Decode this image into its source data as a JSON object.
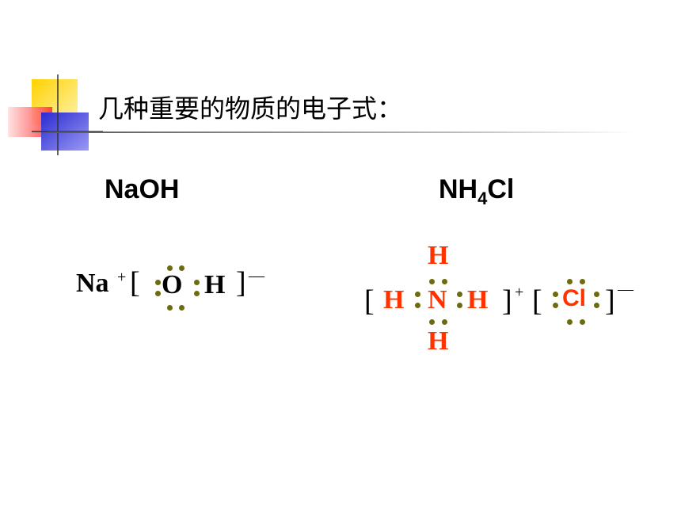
{
  "slide": {
    "title": "几种重要的物质的电子式："
  },
  "compounds": {
    "naoh": {
      "formula": "NaOH",
      "cation": "Na",
      "cation_charge": "+",
      "open_bracket": "[",
      "close_bracket": "]",
      "anion_charge": "—",
      "atom_o": "O",
      "atom_h": "H"
    },
    "nh4cl": {
      "formula_main": "NH",
      "formula_sub": "4",
      "formula_tail": "Cl",
      "h_top": "H",
      "h_left": "H",
      "n": "N",
      "h_right": "H",
      "h_bottom": "H",
      "open_bracket_1": "[",
      "close_bracket_1": "]",
      "cation_charge": "+",
      "open_bracket_2": "[",
      "cl": "Cl",
      "close_bracket_2": "]",
      "anion_charge": "—"
    }
  },
  "colors": {
    "accent_red": "#ff3300",
    "electron_dot": "#6b6b10",
    "deco_yellow": "#ffd200",
    "deco_red": "#ff5555",
    "deco_blue": "#3333dd"
  }
}
